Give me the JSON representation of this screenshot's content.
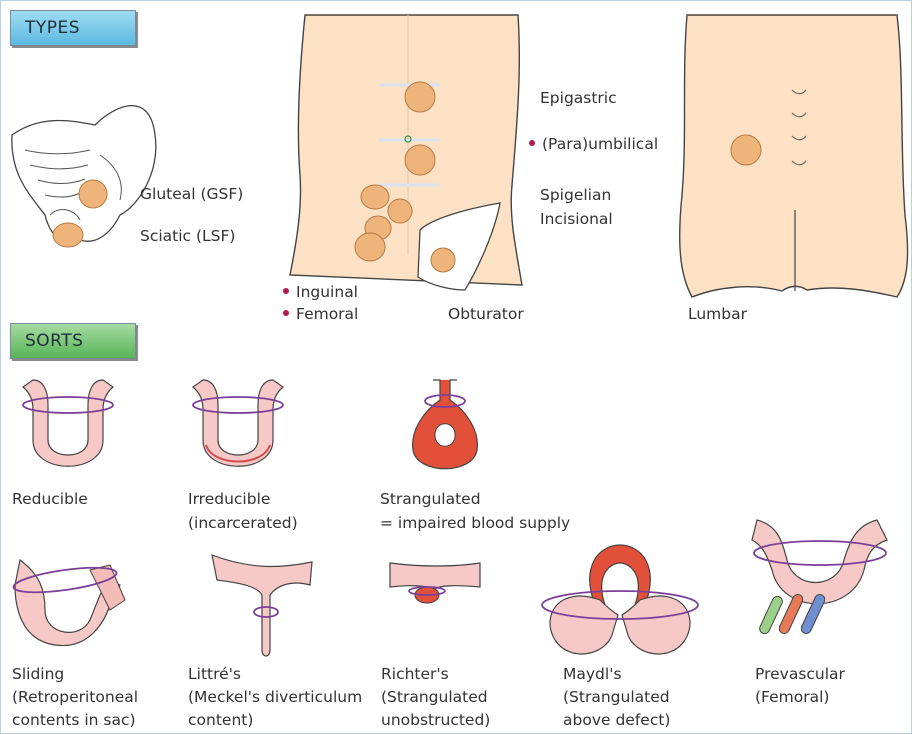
{
  "sections": {
    "types_label": "TYPES",
    "sorts_label": "SORTS"
  },
  "types": {
    "gluteal": "Gluteal (GSF)",
    "sciatic": "Sciatic (LSF)",
    "epigastric": "Epigastric",
    "paraumbilical": "(Para)umbilical",
    "spigelian": "Spigelian",
    "incisional": "Incisional",
    "inguinal": "Inguinal",
    "femoral": "Femoral",
    "obturator": "Obturator",
    "lumbar": "Lumbar"
  },
  "sorts": {
    "reducible": [
      "Reducible"
    ],
    "irreducible": [
      "Irreducible",
      "(incarcerated)"
    ],
    "strangulated": [
      "Strangulated",
      "= impaired blood supply"
    ],
    "sliding": [
      "Sliding",
      "(Retroperitoneal",
      "contents in sac)"
    ],
    "littre": [
      "Littré's",
      "(Meckel's diverticulum",
      "content)"
    ],
    "richter": [
      "Richter's",
      "(Strangulated",
      "unobstructed)"
    ],
    "maydl": [
      "Maydl's",
      "(Strangulated",
      "above defect)"
    ],
    "prevascular": [
      "Prevascular",
      "(Femoral)"
    ]
  },
  "colors": {
    "skin": "#fde1c4",
    "hernia": "#efb47a",
    "bowel": "#f7c9c6",
    "strangulated": "#e2503a",
    "ring": "#7b3f9a",
    "marker_dot": "#b5174a",
    "types_tag": "#5bb9e0",
    "sorts_tag": "#58b458"
  }
}
